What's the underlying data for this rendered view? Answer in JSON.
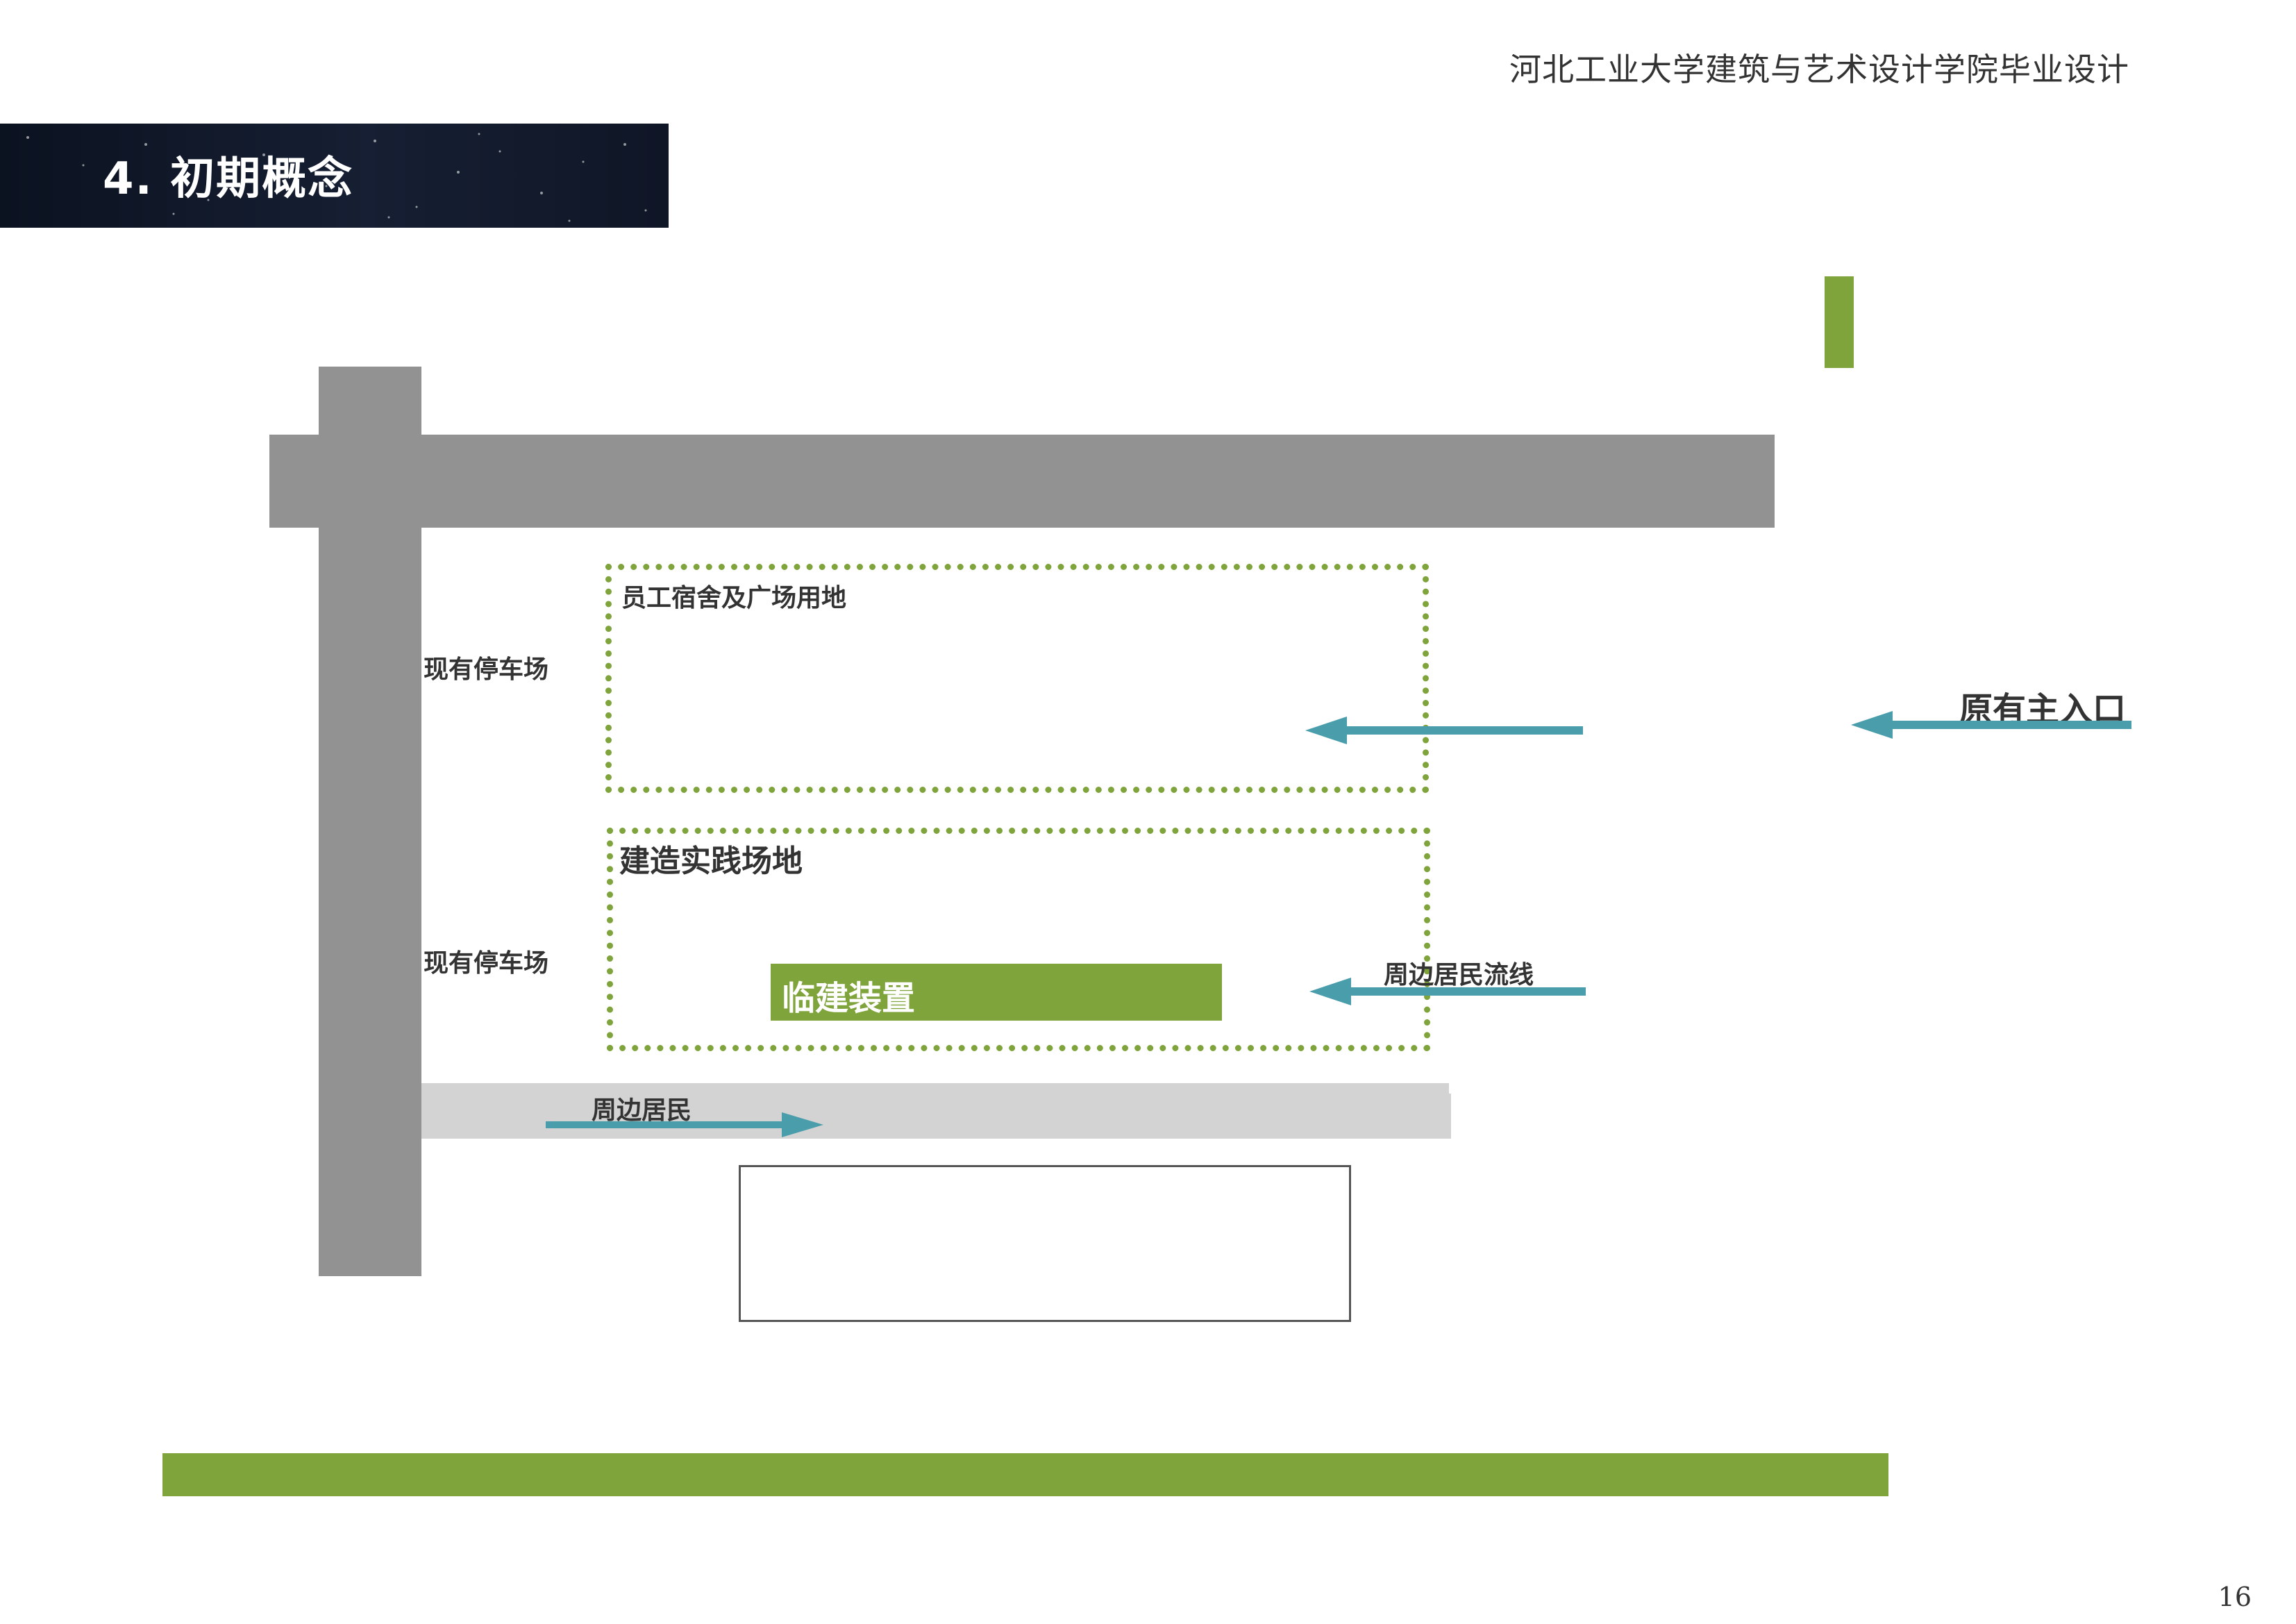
{
  "header": {
    "school": "河北工业大学建筑与艺术设计学院毕业设计"
  },
  "section": {
    "title": "4. 初期概念"
  },
  "diagram": {
    "zones": {
      "dorm": "员工宿舍及广场用地",
      "practice": "建造实践场地"
    },
    "parking": {
      "top": "现有停车场",
      "bottom": "现有停车场"
    },
    "temporary_installation": "临建装置",
    "flows": {
      "main_entrance": "原有主入口",
      "residents_flow": "周边居民流线",
      "residents": "周边居民"
    },
    "colors": {
      "road": "#929292",
      "lane": "#d3d3d3",
      "accent_green": "#7fa43b",
      "arrow_teal": "#4a9eac",
      "banner_dark": "#0b1220"
    }
  },
  "footer": {
    "page_number": "16"
  }
}
